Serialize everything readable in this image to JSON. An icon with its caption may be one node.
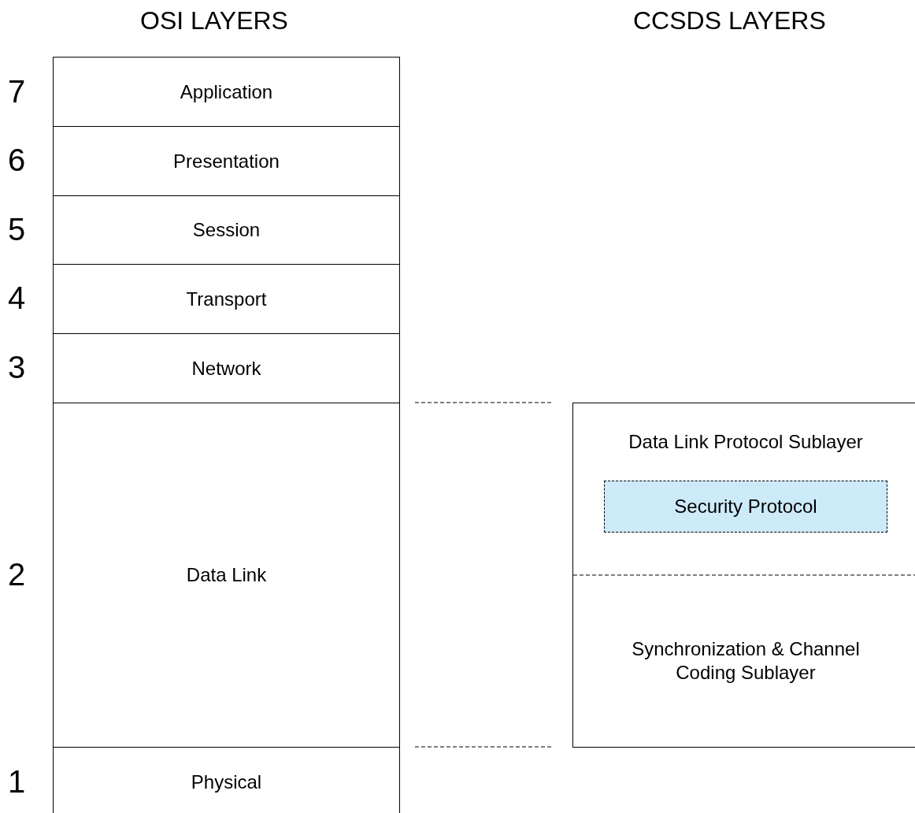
{
  "diagram": {
    "nodes": [
      {
        "text": [
          "Application"
        ]
      },
      {
        "text": [
          "Presentation"
        ]
      },
      {
        "text": [
          "Session"
        ]
      },
      {
        "text": [
          "Transport"
        ]
      },
      {
        "text": [
          "Network"
        ]
      },
      {
        "text": [
          "Data Link"
        ]
      },
      {
        "text": [
          "Physical"
        ]
      },
      {
        "text": [
          "Data Link Protocol Sublayer"
        ]
      },
      {
        "text": [
          "Security Protocol"
        ],
        "in": 7
      },
      {
        "text": [
          "Synchronization & Channel Coding Sublayer"
        ]
      }
    ],
    "edges": [],
    "labels": [
      "OSI LAYERS",
      "CCSDS LAYERS",
      "7",
      "6",
      "5",
      "4",
      "3",
      "2",
      "1"
    ]
  }
}
